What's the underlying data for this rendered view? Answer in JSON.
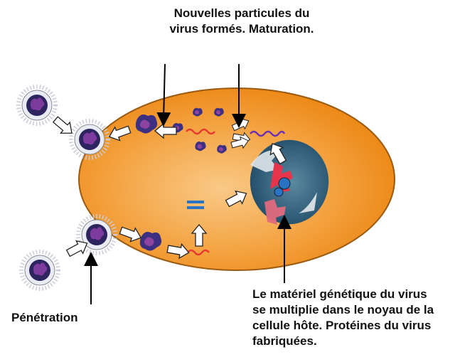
{
  "labels": {
    "top_line1": "Nouvelles particules du",
    "top_line2": "virus formés. Maturation.",
    "penetration": "Pénétration",
    "genetic_line1": "Le matériel génétique du virus",
    "genetic_line2": "se multiplie dans le noyau de la",
    "genetic_line3": "cellule hôte. Protéines du virus",
    "genetic_line4": "fabriquées."
  },
  "colors": {
    "cell_outer": "#f08a10",
    "cell_inner": "#f7b560",
    "nucleus": "#3b6f8a",
    "virus_core": "#3a2a78",
    "virus_spikes": "#d8dce8",
    "rna": "#e8392f",
    "protein": "#e06a7d"
  }
}
